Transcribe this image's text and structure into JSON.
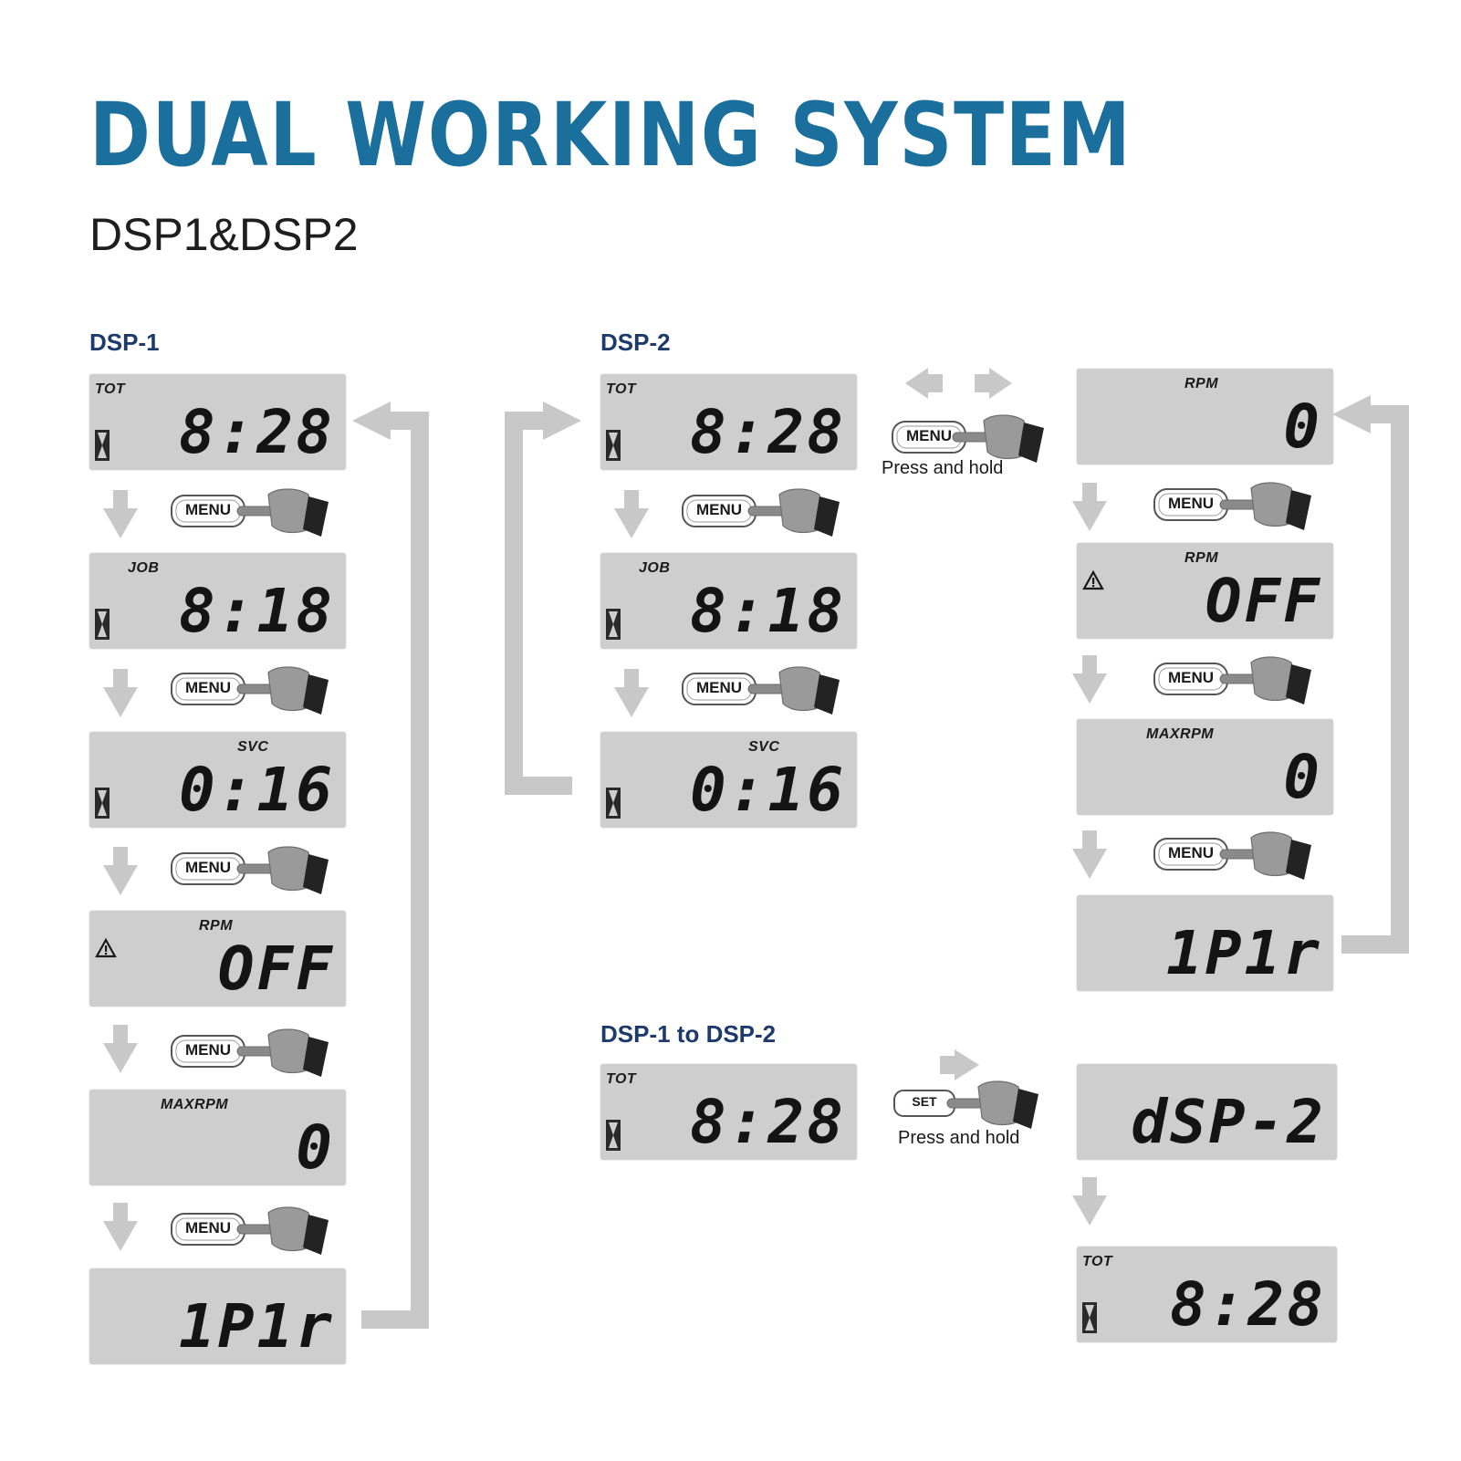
{
  "title": "DUAL WORKING SYSTEM",
  "subtitle": "DSP1&DSP2",
  "sections": {
    "dsp1": "DSP-1",
    "dsp2": "DSP-2",
    "switch": "DSP-1 to DSP-2"
  },
  "buttons": {
    "menu": "MENU",
    "set": "SET"
  },
  "notes": {
    "press_hold": "Press and hold"
  },
  "dsp1": {
    "screens": [
      {
        "label": "TOT",
        "value": "8:28",
        "icon": "hourglass-icon"
      },
      {
        "label": "JOB",
        "value": "8:18",
        "icon": "hourglass-icon"
      },
      {
        "label": "SVC",
        "value": "0:16",
        "icon": "hourglass-icon"
      },
      {
        "label": "RPM",
        "value": "OFF",
        "icon": "warning-icon"
      },
      {
        "label": "MAXRPM",
        "value": "0",
        "icon": ""
      },
      {
        "label": "",
        "value": "1P1r",
        "icon": ""
      }
    ]
  },
  "dsp2": {
    "screens": [
      {
        "label": "TOT",
        "value": "8:28",
        "icon": "hourglass-icon"
      },
      {
        "label": "JOB",
        "value": "8:18",
        "icon": "hourglass-icon"
      },
      {
        "label": "SVC",
        "value": "0:16",
        "icon": "hourglass-icon"
      }
    ],
    "right_screens": [
      {
        "label": "RPM",
        "value": "0",
        "icon": ""
      },
      {
        "label": "RPM",
        "value": "OFF",
        "icon": "warning-icon"
      },
      {
        "label": "MAXRPM",
        "value": "0",
        "icon": ""
      },
      {
        "label": "",
        "value": "1P1r",
        "icon": ""
      }
    ]
  },
  "switch": {
    "from": {
      "label": "TOT",
      "value": "8:28",
      "icon": "hourglass-icon"
    },
    "to": {
      "label": "",
      "value": "dSP-2",
      "icon": ""
    },
    "result": {
      "label": "TOT",
      "value": "8:28",
      "icon": "hourglass-icon"
    }
  },
  "colors": {
    "title": "#1a6f9c",
    "section": "#1d3a6d",
    "lcd": "#cecece",
    "arrow": "#c8c8c8"
  }
}
